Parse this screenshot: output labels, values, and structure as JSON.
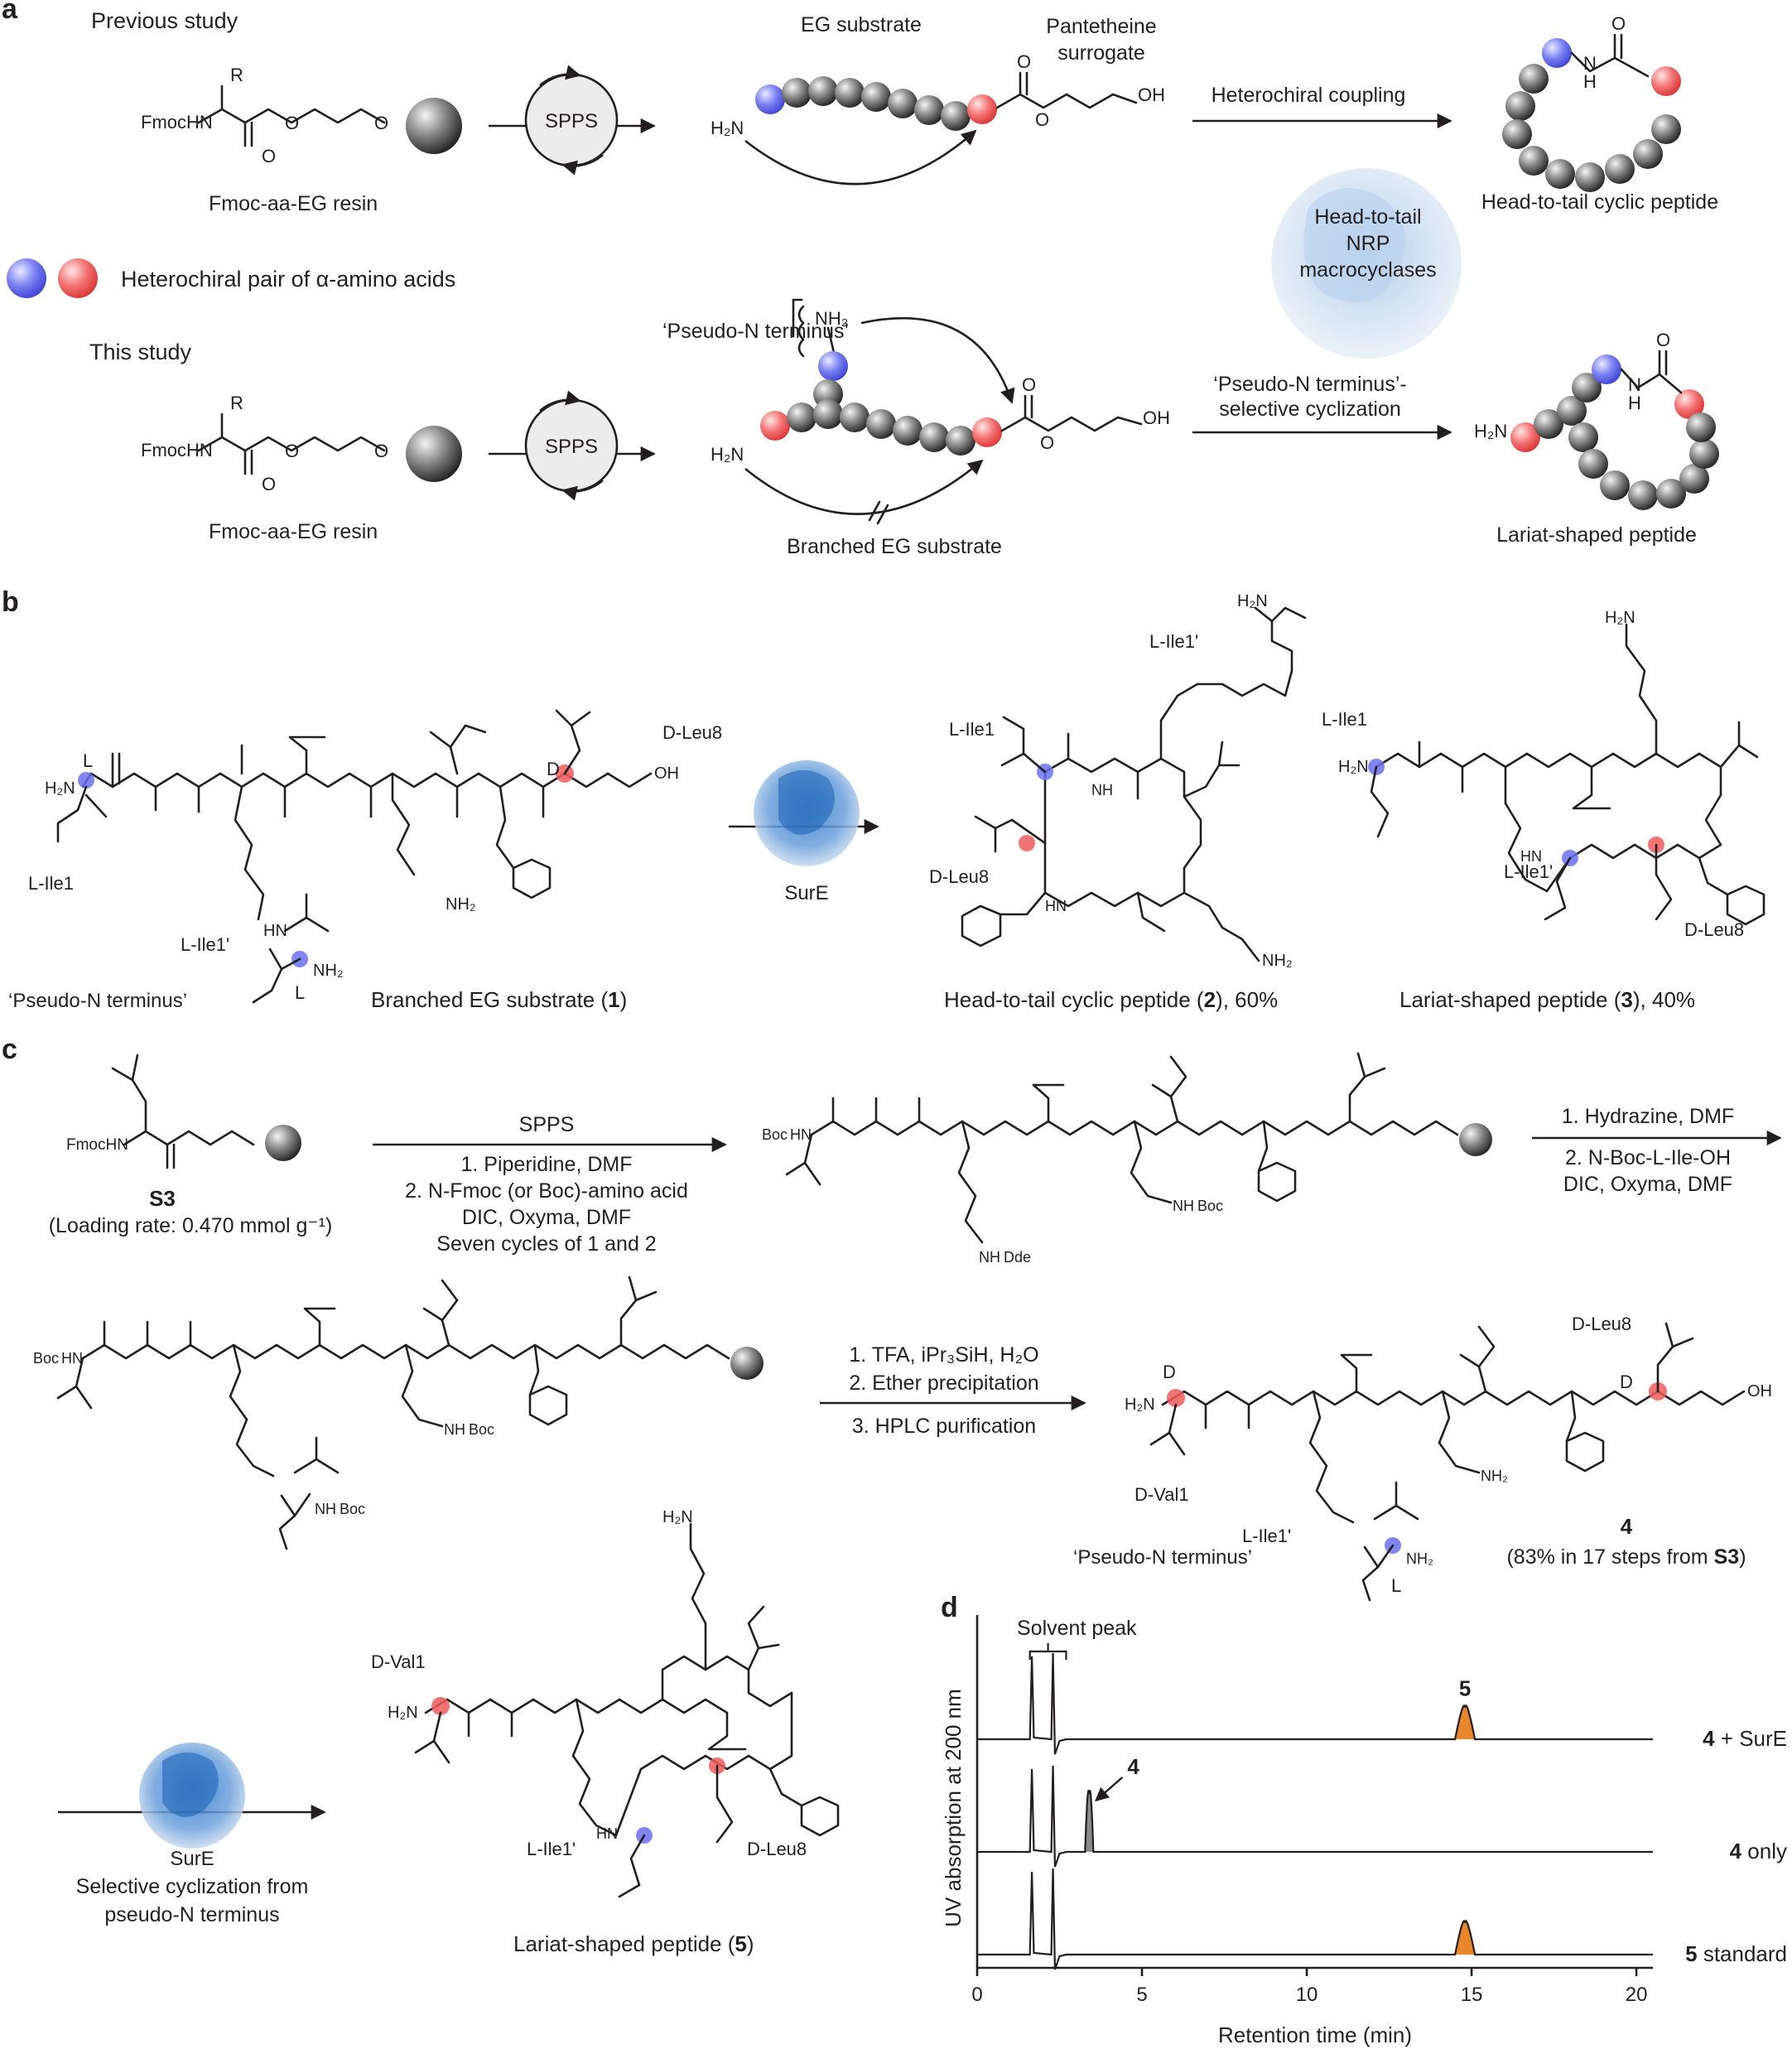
{
  "panels": {
    "a": "a",
    "b": "b",
    "c": "c",
    "d": "d"
  },
  "panel_a": {
    "previous_study": "Previous study",
    "this_study": "This study",
    "resin_label": "Fmoc-aa-EG resin",
    "fmochn": "FmocHN",
    "r_group": "R",
    "o_atom": "O",
    "spps": "SPPS",
    "eg_substrate": "EG substrate",
    "pantetheine": "Pantetheine",
    "surrogate": "surrogate",
    "h2n": "H₂N",
    "oh": "OH",
    "nh2": "NH₂",
    "h_atom": "H",
    "n_atom": "N",
    "heterochiral_coupling": "Heterochiral coupling",
    "macrocyclase_1": "Head-to-tail",
    "macrocyclase_2": "NRP",
    "macrocyclase_3": "macrocyclases",
    "cyclic_peptide": "Head-to-tail cyclic peptide",
    "heterochiral_pair": "Heterochiral pair of α-amino acids",
    "pseudo_n": "‘Pseudo-N terminus’",
    "pseudo_n_dash": "‘Pseudo-N terminus’-",
    "selective_cyclization": "selective cyclization",
    "branched_substrate": "Branched EG substrate",
    "lariat_peptide": "Lariat-shaped peptide"
  },
  "panel_b": {
    "l_ile1": "L-Ile1",
    "l_ile1p": "L-Ile1'",
    "d_leu8": "D-Leu8",
    "l": "L",
    "d": "D",
    "pseudo_n": "‘Pseudo-N terminus’",
    "enzyme": "SurE",
    "substrate_caption": "Branched EG substrate (",
    "substrate_num": "1",
    "caption_close": ")",
    "cyclic_caption": "Head-to-tail cyclic peptide (",
    "cyclic_num": "2",
    "cyclic_yield": "), 60%",
    "lariat_caption": "Lariat-shaped peptide (",
    "lariat_num": "3",
    "lariat_yield": "), 40%"
  },
  "panel_c": {
    "s3": "S3",
    "loading_rate": "(Loading rate: 0.470 mmol g⁻¹)",
    "spps": "SPPS",
    "step1": "1. Piperidine, DMF",
    "step2": "2. N-Fmoc (or Boc)-amino acid",
    "step2b": "DIC, Oxyma, DMF",
    "step3": "Seven cycles of 1 and 2",
    "hyd1": "1. Hydrazine, DMF",
    "hyd2": "2. N-Boc-L-Ile-OH",
    "hyd3": "DIC, Oxyma, DMF",
    "boc": "Boc",
    "dde": "Dde",
    "tfa1": "1. TFA, iPr₃SiH, H₂O",
    "tfa2": "2. Ether precipitation",
    "tfa3": "3. HPLC purification",
    "d_val1": "D-Val1",
    "d_leu8": "D-Leu8",
    "l_ile1p": "L-Ile1'",
    "pseudo_n": "‘Pseudo-N terminus’",
    "compound4": "4",
    "yield4": "(83% in 17 steps from ",
    "yield4_s3": "S3",
    "yield4_close": ")",
    "enzyme": "SurE",
    "selective1": "Selective cyclization from",
    "selective2": "pseudo-N terminus",
    "lariat5": "Lariat-shaped peptide (",
    "lariat5_num": "5",
    "lariat5_close": ")",
    "l": "L",
    "d": "D"
  },
  "chart_data": {
    "type": "line",
    "xlabel": "Retention time (min)",
    "ylabel": "UV absorption at 200 nm",
    "xlim": [
      0,
      20.5
    ],
    "x_ticks": [
      0,
      5,
      10,
      15,
      20
    ],
    "annotation_solvent": "Solvent peak",
    "series": [
      {
        "name": "4 + SurE",
        "label_bold": "4",
        "label_rest": " + SurE",
        "peaks": [
          {
            "x": 14.8,
            "height": 0.55,
            "label": "5",
            "fill": "#e8862c"
          }
        ]
      },
      {
        "name": "4 only",
        "label_bold": "4",
        "label_rest": " only",
        "peaks": [
          {
            "x": 3.4,
            "height": 1.0,
            "label": "4",
            "fill": "#8a8a8a"
          }
        ]
      },
      {
        "name": "5 standard",
        "label_bold": "5",
        "label_rest": " standard",
        "peaks": [
          {
            "x": 14.8,
            "height": 0.55,
            "label": "",
            "fill": "#e8862c"
          }
        ]
      }
    ],
    "colors": {
      "product_peak": "#e8862c",
      "substrate_peak": "#8a8a8a",
      "trace": "#231f20"
    }
  },
  "colors": {
    "blue_residue": "#6a70ee",
    "red_residue": "#ee5a5a",
    "dark_text": "#1d3f8a",
    "red_text": "#e4242a"
  }
}
